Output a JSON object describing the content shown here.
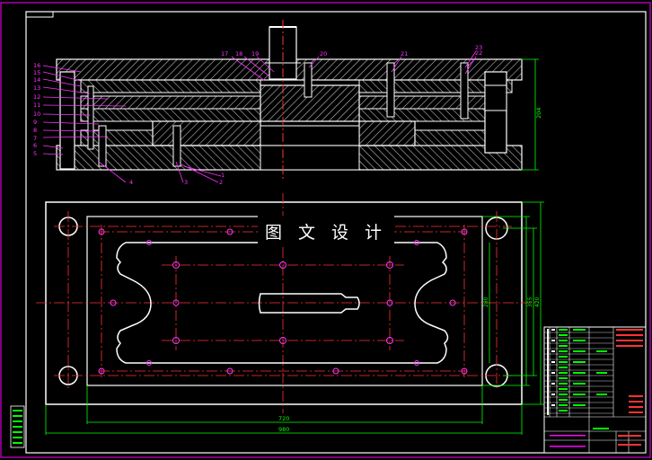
{
  "watermark": "图 文 设 计",
  "colors": {
    "background": "#000000",
    "frame": "#ff00ff",
    "outline": "#ffffff",
    "center_line": "#ff3333",
    "hatch": "#c8c8c8",
    "dimension": "#00ff00",
    "leader": "#ff33ff",
    "title_block_text": "#ff3333"
  },
  "section_view": {
    "part_labels_left": [
      "16",
      "15",
      "14",
      "13",
      "12",
      "11",
      "10",
      "9",
      "8",
      "7",
      "6",
      "5"
    ],
    "part_labels_top": [
      "17",
      "18",
      "19",
      "20",
      "21",
      "22",
      "23"
    ],
    "part_labels_bottom": [
      "4",
      "3",
      "2",
      "1"
    ],
    "height_dimension": "204"
  },
  "plan_view": {
    "width_dimension_inner": "720",
    "width_dimension_outer": "980",
    "height_dimension_a": "280",
    "height_dimension_b": "355",
    "height_dimension_c": "420"
  }
}
